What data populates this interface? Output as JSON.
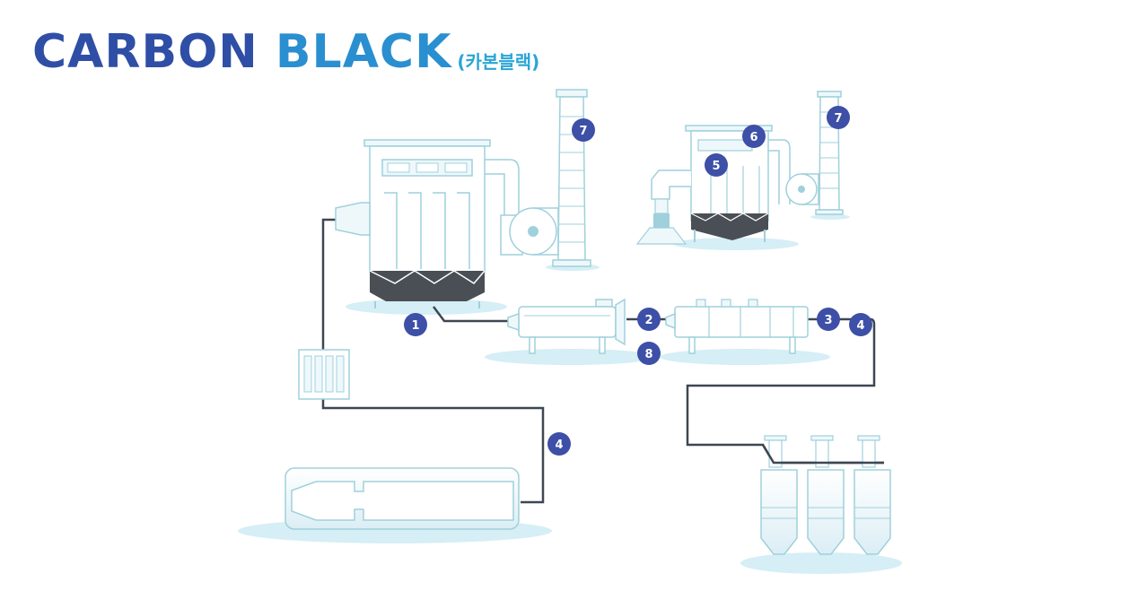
{
  "title": {
    "part1": "CARBON ",
    "part2": "BLACK",
    "subtitle": "(카본블랙)"
  },
  "badges": {
    "b1": "1",
    "b2": "2",
    "b3": "3",
    "b4a": "4",
    "b4b": "4",
    "b5": "5",
    "b6": "6",
    "b7a": "7",
    "b7b": "7",
    "b8": "8"
  },
  "colors": {
    "badge": "#3d4fa6",
    "outline": "#9fd0dc",
    "fill": "#eef8fb",
    "pipe": "#3d4752",
    "dark": "#4a4f55",
    "shadow": "#d4eef5",
    "title_dark": "#2f4ea6",
    "title_light": "#2aa5d6"
  }
}
